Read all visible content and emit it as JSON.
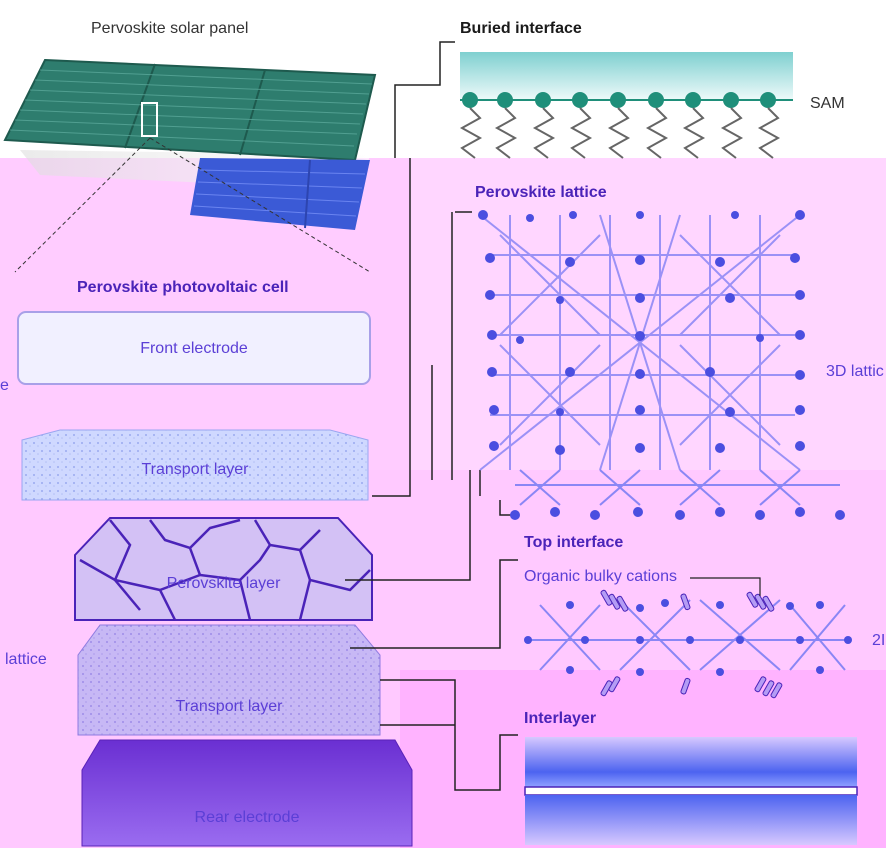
{
  "panel": {
    "title": "Pervoskite solar panel"
  },
  "cell": {
    "title": "Perovskite photovoltaic cell",
    "layers": [
      "Front electrode",
      "Transport layer",
      "Perovskite layer",
      "Transport layer",
      "Rear electrode"
    ]
  },
  "buried_interface": {
    "title": "Buried interface",
    "sam_label": "SAM"
  },
  "perovskite_lattice": {
    "title": "Perovskite lattice",
    "label_3d": "3D lattic"
  },
  "left_edge": {
    "fragment_e": "e",
    "lattice_label": "lattice"
  },
  "top_interface": {
    "title": "Top interface",
    "cations_label": "Organic bulky cations",
    "label_2d": "2I"
  },
  "interlayer": {
    "title": "Interlayer"
  },
  "colors": {
    "panel": "#2e7d6e",
    "sam_teal": "#1f8f7a",
    "lattice_blue": "#4b4ee0",
    "title_purple": "#4a23b8",
    "rear_electrode": "#7a3ddb"
  }
}
